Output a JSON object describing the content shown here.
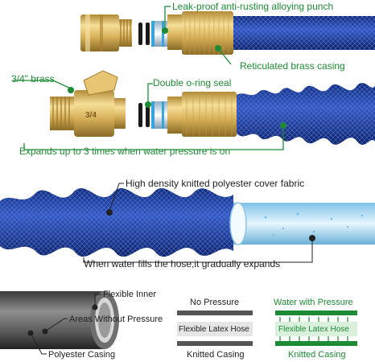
{
  "labels": {
    "leak_proof": "Leak-proof anti-rusting alloying punch",
    "reticulated": "Reticulated brass casing",
    "three_quarter": "3/4\" brass",
    "valve_marking": "3/4",
    "double_oring": "Double o-ring seal",
    "expands_3x": "Expands up to 3 times when water pressure is on",
    "knitted_fabric": "High density knitted polyester cover fabric",
    "water_fills": "When water fills the hose,it gradually expands",
    "flexible_inner": "Flexible Inner",
    "areas_without": "Areas Without Pressure",
    "polyester_casing": "Polyester Casing",
    "no_pressure": "No Pressure",
    "latex_hose_1": "Flexible Latex Hose",
    "knitted_casing_1": "Knitted Casing",
    "water_pressure": "Water with Pressure",
    "latex_hose_2": "Flexible Latex Hose",
    "knitted_casing_2": "Knitted Casing"
  },
  "colors": {
    "callout_green": "#1f8a35",
    "hose_blue": "#1c3f9a",
    "brass": "#d9b25a",
    "dark_text": "#222222"
  }
}
